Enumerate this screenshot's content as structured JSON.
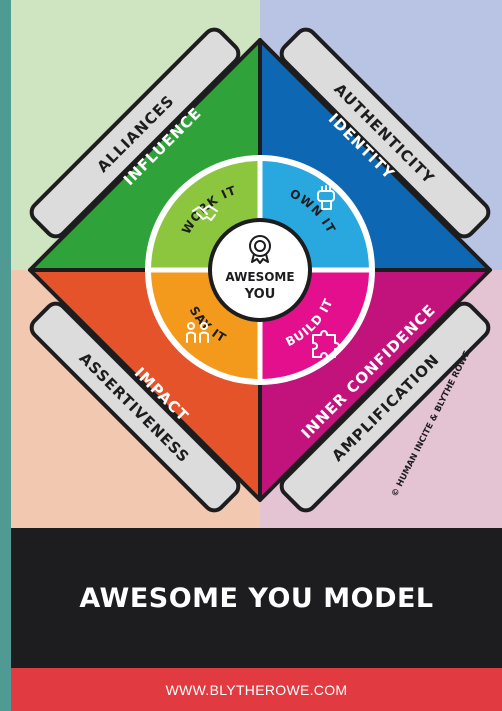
{
  "colors": {
    "bg_influence_quadrant": "#cfe4c0",
    "bg_authenticity_quadrant": "#b9c4e4",
    "bg_assertive_quadrant": "#f2c9b0",
    "bg_amplification_quadrant": "#e4c4d2",
    "influence": "#2fa33a",
    "identity": "#0d67b2",
    "impact": "#e4532a",
    "inner_confidence": "#c2137c",
    "work_it": "#8cc63f",
    "own_it": "#29a8e0",
    "say_it": "#f39a1d",
    "build_it": "#e40f8c",
    "outline": "#1d1d1f",
    "tab_fill": "#dcdcdc"
  },
  "outer_tabs": {
    "top_left": "ALLIANCES",
    "top_right": "AUTHENTICITY",
    "bottom_left": "ASSERTIVENESS",
    "bottom_right": "AMPLIFICATION"
  },
  "quadrants": {
    "top_left": "INFLUENCE",
    "top_right": "IDENTITY",
    "bottom_left": "IMPACT",
    "bottom_right": "INNER CONFIDENCE"
  },
  "inner_segments": {
    "top_left": "WORK IT",
    "top_right": "OWN IT",
    "bottom_left": "SAY IT",
    "bottom_right": "BUILD IT"
  },
  "center": {
    "line1": "AWESOME",
    "line2": "YOU"
  },
  "copyright": "© HUMAN INCITE & BLYTHE ROWE",
  "footer": {
    "title": "AWESOME YOU MODEL",
    "url": "WWW.BLYTHEROWE.COM"
  },
  "icons": {
    "center": "award-badge-icon",
    "work_it": "handshake-icon",
    "own_it": "raised-fist-icon",
    "say_it": "people-talking-icon",
    "build_it": "puzzle-icon"
  }
}
